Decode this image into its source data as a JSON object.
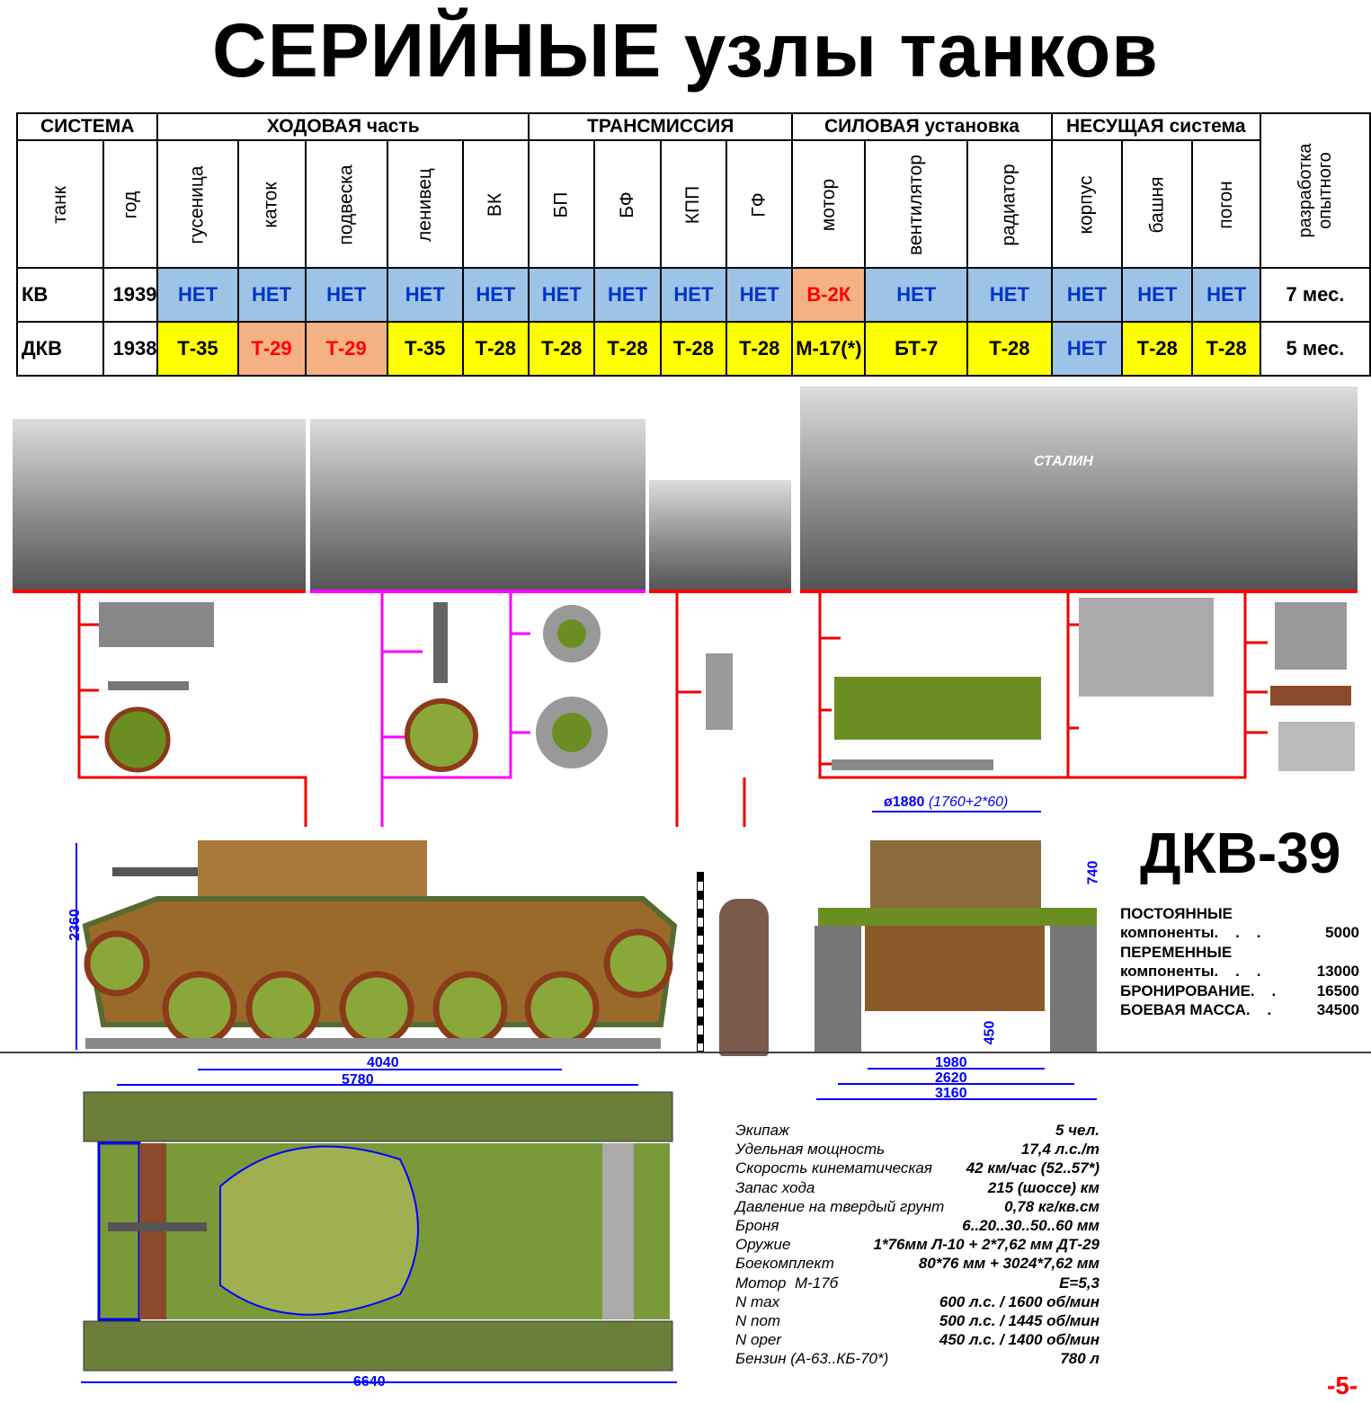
{
  "title": "СЕРИЙНЫЕ узлы танков",
  "table": {
    "groups": [
      "СИСТЕМА",
      "ХОДОВАЯ часть",
      "ТРАНСМИССИЯ",
      "СИЛОВАЯ установка",
      "НЕСУЩАЯ система"
    ],
    "last_header": "разработка опытного",
    "columns": [
      "танк",
      "год",
      "гусеница",
      "каток",
      "подвеска",
      "ленивец",
      "ВК",
      "БП",
      "БФ",
      "КПП",
      "ГФ",
      "мотор",
      "вентилятор",
      "радиатор",
      "корпус",
      "башня",
      "погон"
    ],
    "rows": [
      {
        "tank": "КВ",
        "year": "1939",
        "cells": [
          "НЕТ",
          "НЕТ",
          "НЕТ",
          "НЕТ",
          "НЕТ",
          "НЕТ",
          "НЕТ",
          "НЕТ",
          "НЕТ",
          "В-2К",
          "НЕТ",
          "НЕТ",
          "НЕТ",
          "НЕТ",
          "НЕТ"
        ],
        "styles": [
          "blue",
          "blue",
          "blue",
          "blue",
          "blue",
          "blue",
          "blue",
          "blue",
          "blue",
          "sal",
          "blue",
          "blue",
          "blue",
          "blue",
          "blue"
        ],
        "dev": "7 мес."
      },
      {
        "tank": "ДКВ",
        "year": "1938",
        "cells": [
          "Т-35",
          "Т-29",
          "Т-29",
          "Т-35",
          "Т-28",
          "Т-28",
          "Т-28",
          "Т-28",
          "Т-28",
          "М-17(*)",
          "БТ-7",
          "Т-28",
          "НЕТ",
          "Т-28",
          "Т-28"
        ],
        "styles": [
          "yel",
          "sal",
          "sal",
          "yel",
          "yel",
          "yel",
          "yel",
          "yel",
          "yel",
          "yel",
          "yel",
          "yel",
          "blue",
          "yel",
          "yel"
        ],
        "dev": "5 мес."
      }
    ]
  },
  "photo_caption": "СТАЛИН",
  "model": "ДКВ-39",
  "dims": {
    "height": "2360",
    "base": "4040",
    "length_track": "5780",
    "length_total": "6640",
    "ring": "ø1880",
    "ring_note": "(1760+2*60)",
    "turret_h": "740",
    "clearance": "450",
    "w1": "1980",
    "w2": "2620",
    "w3": "3160"
  },
  "mass": [
    {
      "label": "ПОСТОЯННЫЕ",
      "value": ""
    },
    {
      "label": "компоненты.    .    .",
      "value": "5000"
    },
    {
      "label": "ПЕРЕМЕННЫЕ",
      "value": ""
    },
    {
      "label": "компоненты.    .    .",
      "value": "13000"
    },
    {
      "label": "БРОНИРОВАНИЕ.    .",
      "value": "16500"
    },
    {
      "label": "БОЕВАЯ МАССА.    .",
      "value": "34500"
    }
  ],
  "specs": [
    {
      "label": "Экипаж",
      "value": "5 чел."
    },
    {
      "label": "Удельная мощность",
      "value": "17,4 л.с./т"
    },
    {
      "label": "Скорость кинематическая",
      "value": "42 км/час (52..57*)"
    },
    {
      "label": "Запас хода",
      "value": "215 (шоссе) км"
    },
    {
      "label": "Давление на твердый грунт",
      "value": "0,78 кг/кв.см"
    },
    {
      "label": "Броня",
      "value": "6..20..30..50..60 мм"
    },
    {
      "label": "Оружие",
      "value": "1*76мм Л-10 + 2*7,62 мм ДТ-29"
    },
    {
      "label": "Боекомплект",
      "value": "80*76 мм + 3024*7,62 мм"
    },
    {
      "label": "Мотор  М-17б",
      "value": "Е=5,3"
    },
    {
      "label": "N max",
      "value": "600 л.с. / 1600 об/мин"
    },
    {
      "label": "N nom",
      "value": "500 л.с. / 1445 об/мин"
    },
    {
      "label": "N oper",
      "value": "450 л.с. / 1400 об/мин"
    },
    {
      "label": "Бензин (А-63..КБ-70*)",
      "value": "780 л"
    }
  ],
  "page": "-5-"
}
